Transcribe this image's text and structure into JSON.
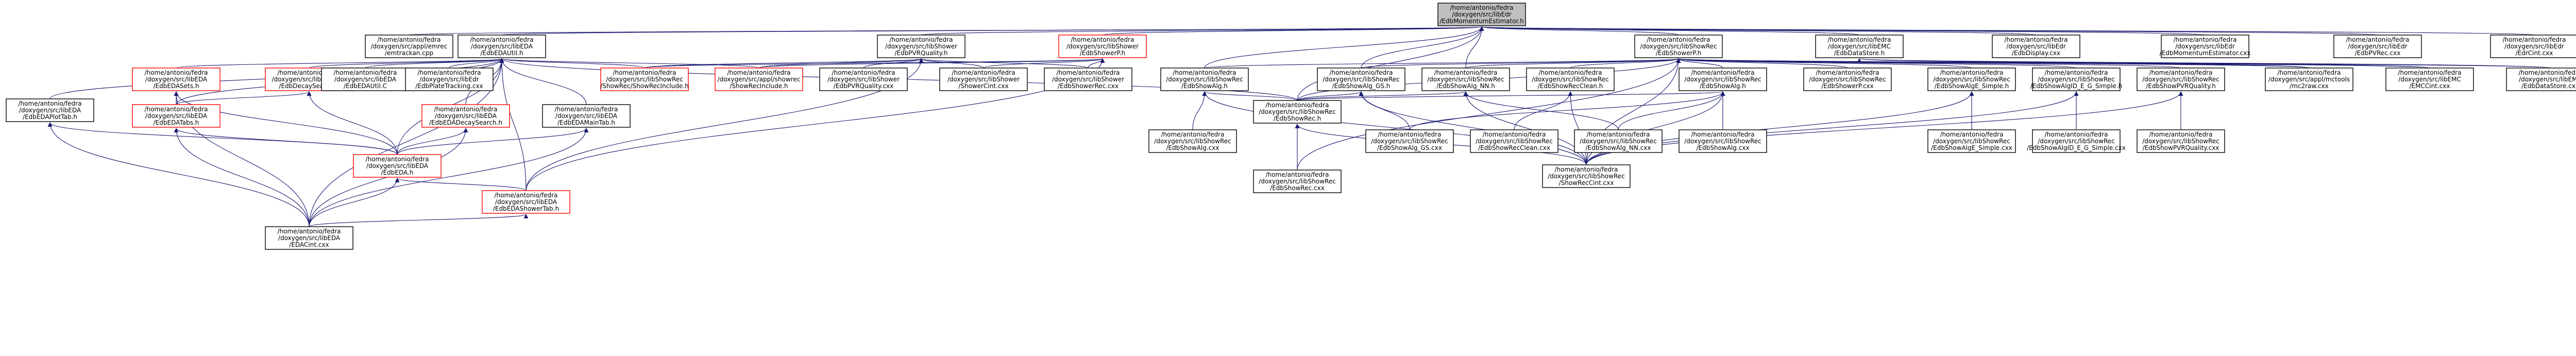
{
  "colors": {
    "edge": "#191970",
    "node_fill": "#ffffff",
    "node_border": "#000000",
    "link_border": "#ff0000",
    "root_fill": "#bfbfbf"
  },
  "nodes": [
    {
      "id": "root",
      "lines": [
        "/home/antonio/fedra",
        "/doxygen/src/libEdr",
        "/EdbMomentumEstimator.h"
      ],
      "root": true,
      "link": false
    },
    {
      "id": "n_emtrack",
      "lines": [
        "/home/antonio/fedra",
        "/doxygen/src/appl/emrec",
        "/emtrackan.cpp"
      ],
      "link": false
    },
    {
      "id": "n_eda",
      "lines": [
        "/home/antonio/fedra",
        "/doxygen/src/libEDA",
        "/EdbEDAUtil.h"
      ],
      "link": false
    },
    {
      "id": "n_pvq",
      "lines": [
        "/home/antonio/fedra",
        "/doxygen/src/libShower",
        "/EdbPVRQuality.h"
      ],
      "link": false
    },
    {
      "id": "n_showerp",
      "lines": [
        "/home/antonio/fedra",
        "/doxygen/src/libShower",
        "/EdbShowerP.h"
      ],
      "link": true
    },
    {
      "id": "n_showrec_p",
      "lines": [
        "/home/antonio/fedra",
        "/doxygen/src/libShowRec",
        "/EdbShowerP.h"
      ],
      "link": false
    },
    {
      "id": "n_mc",
      "lines": [
        "/home/antonio/fedra",
        "/doxygen/src/libEMC",
        "/EdbDataStore.h"
      ],
      "link": false
    },
    {
      "id": "n_display",
      "lines": [
        "/home/antonio/fedra",
        "/doxygen/src/libEdr",
        "/EdbDisplay.cxx"
      ],
      "link": false
    },
    {
      "id": "n_momcxx",
      "lines": [
        "/home/antonio/fedra",
        "/doxygen/src/libEdr",
        "/EdbMomentumEstimator.cxx"
      ],
      "link": false
    },
    {
      "id": "n_pvrec",
      "lines": [
        "/home/antonio/fedra",
        "/doxygen/src/libEdr",
        "/EdbPVRec.cxx"
      ],
      "link": false
    },
    {
      "id": "n_edrcint",
      "lines": [
        "/home/antonio/fedra",
        "/doxygen/src/libEdr",
        "/EdrCint.cxx"
      ],
      "link": false
    },
    {
      "id": "n_plottab",
      "lines": [
        "/home/antonio/fedra",
        "/doxygen/src/libEDA",
        "/EdbEDAPlotTab.h"
      ],
      "link": false
    },
    {
      "id": "n_sets",
      "lines": [
        "/home/antonio/fedra",
        "/doxygen/src/libEDA",
        "/EdbEDASets.h"
      ],
      "link": true
    },
    {
      "id": "n_decay",
      "lines": [
        "/home/antonio/fedra",
        "/doxygen/src/libAnalysis",
        "/EdbDecaySearch.h"
      ],
      "link": true
    },
    {
      "id": "n_edautilc",
      "lines": [
        "/home/antonio/fedra",
        "/doxygen/src/libEDA",
        "/EdbEDAUtil.C"
      ],
      "link": false
    },
    {
      "id": "n_platetr",
      "lines": [
        "/home/antonio/fedra",
        "/doxygen/src/libEdr",
        "/EdbPlateTracking.cxx"
      ],
      "link": false
    },
    {
      "id": "n_showrec_inc",
      "lines": [
        "/home/antonio/fedra",
        "/doxygen/src/libShowRec",
        "/ShowRec/ShowRecInclude.h"
      ],
      "link": true
    },
    {
      "id": "n_appl_showrec",
      "lines": [
        "/home/antonio/fedra",
        "/doxygen/src/appl/showrec",
        "/ShowRecInclude.h"
      ],
      "link": true
    },
    {
      "id": "n_pvqcxx",
      "lines": [
        "/home/antonio/fedra",
        "/doxygen/src/libShower",
        "/EdbPVRQuality.cxx"
      ],
      "link": false
    },
    {
      "id": "n_shcint",
      "lines": [
        "/home/antonio/fedra",
        "/doxygen/src/libShower",
        "/ShowerCint.cxx"
      ],
      "link": false
    },
    {
      "id": "n_shrec",
      "lines": [
        "/home/antonio/fedra",
        "/doxygen/src/libShower",
        "/EdbShowerRec.cxx"
      ],
      "link": false
    },
    {
      "id": "n_alg",
      "lines": [
        "/home/antonio/fedra",
        "/doxygen/src/libShowRec",
        "/EdbShowAlg.h"
      ],
      "link": false
    },
    {
      "id": "n_alg_gs",
      "lines": [
        "/home/antonio/fedra",
        "/doxygen/src/libShowRec",
        "/EdbShowAlg_GS.h"
      ],
      "link": false
    },
    {
      "id": "n_alg_nn",
      "lines": [
        "/home/antonio/fedra",
        "/doxygen/src/libShowRec",
        "/EdbShowAlg_NN.h"
      ],
      "link": false
    },
    {
      "id": "n_showrecclean",
      "lines": [
        "/home/antonio/fedra",
        "/doxygen/src/libShowRec",
        "/EdbShowRecClean.h"
      ],
      "link": false
    },
    {
      "id": "n_showalgh",
      "lines": [
        "/home/antonio/fedra",
        "/doxygen/src/libShowRec",
        "/EdbShowAlg.h"
      ],
      "link": false
    },
    {
      "id": "n_showerpcxx",
      "lines": [
        "/home/antonio/fedra",
        "/doxygen/src/libShowRec",
        "/EdbShowerP.cxx"
      ],
      "link": false
    },
    {
      "id": "n_alge_simple",
      "lines": [
        "/home/antonio/fedra",
        "/doxygen/src/libShowRec",
        "/EdbShowAlgE_Simple.h"
      ],
      "link": false
    },
    {
      "id": "n_algid_simple",
      "lines": [
        "/home/antonio/fedra",
        "/doxygen/src/libShowRec",
        "/EdbShowAlgID_E_G_Simple.h"
      ],
      "link": false
    },
    {
      "id": "n_pvrq",
      "lines": [
        "/home/antonio/fedra",
        "/doxygen/src/libShowRec",
        "/EdbShowPVRQuality.h"
      ],
      "link": false
    },
    {
      "id": "n_mctools",
      "lines": [
        "/home/antonio/fedra",
        "/doxygen/src/appl/mctools",
        "/mc2raw.cxx"
      ],
      "link": false
    },
    {
      "id": "n_emccint",
      "lines": [
        "/home/antonio/fedra",
        "/doxygen/src/libEMC",
        "/EMCCint.cxx"
      ],
      "link": false
    },
    {
      "id": "n_datastore",
      "lines": [
        "/home/antonio/fedra",
        "/doxygen/src/libEMC",
        "/EdbDataStore.cxx"
      ],
      "link": false
    },
    {
      "id": "n_tabs",
      "lines": [
        "/home/antonio/fedra",
        "/doxygen/src/libEDA",
        "/EdbEDATabs.h"
      ],
      "link": true
    },
    {
      "id": "n_decay2",
      "lines": [
        "/home/antonio/fedra",
        "/doxygen/src/libEDA",
        "/EdbEDADecaySearch.h"
      ],
      "link": true
    },
    {
      "id": "n_mainTab",
      "lines": [
        "/home/antonio/fedra",
        "/doxygen/src/libEDA",
        "/EdbEDAMainTab.h"
      ],
      "link": false
    },
    {
      "id": "n_algcxx",
      "lines": [
        "/home/antonio/fedra",
        "/doxygen/src/libShowRec",
        "/EdbShowAlg.cxx"
      ],
      "link": false
    },
    {
      "id": "n_showrec_h",
      "lines": [
        "/home/antonio/fedra",
        "/doxygen/src/libShowRec",
        "/EdbShowRec.h"
      ],
      "link": false
    },
    {
      "id": "n_gs_cxx",
      "lines": [
        "/home/antonio/fedra",
        "/doxygen/src/libShowRec",
        "/EdbShowAlg_GS.cxx"
      ],
      "link": false
    },
    {
      "id": "n_clean_cxx",
      "lines": [
        "/home/antonio/fedra",
        "/doxygen/src/libShowRec",
        "/EdbShowRecClean.cxx"
      ],
      "link": false
    },
    {
      "id": "n_nn_cxx",
      "lines": [
        "/home/antonio/fedra",
        "/doxygen/src/libShowRec",
        "/EdbShowAlg_NN.cxx"
      ],
      "link": false
    },
    {
      "id": "n_showalg_cxx2",
      "lines": [
        "/home/antonio/fedra",
        "/doxygen/src/libShowRec",
        "/EdbShowAlg.cxx"
      ],
      "link": false
    },
    {
      "id": "n_alge_cxx",
      "lines": [
        "/home/antonio/fedra",
        "/doxygen/src/libShowRec",
        "/EdbShowAlgE_Simple.cxx"
      ],
      "link": false
    },
    {
      "id": "n_algid_cxx",
      "lines": [
        "/home/antonio/fedra",
        "/doxygen/src/libShowRec",
        "/EdbShowAlgID_E_G_Simple.cxx"
      ],
      "link": false
    },
    {
      "id": "n_pvrq_cxx",
      "lines": [
        "/home/antonio/fedra",
        "/doxygen/src/libShowRec",
        "/EdbShowPVRQuality.cxx"
      ],
      "link": false
    },
    {
      "id": "n_edaH",
      "lines": [
        "/home/antonio/fedra",
        "/doxygen/src/libEDA",
        "/EdbEDA.h"
      ],
      "link": true
    },
    {
      "id": "n_showerTab",
      "lines": [
        "/home/antonio/fedra",
        "/doxygen/src/libEDA",
        "/EdbEDAShowerTab.h"
      ],
      "link": true
    },
    {
      "id": "n_showrec_cxx",
      "lines": [
        "/home/antonio/fedra",
        "/doxygen/src/libShowRec",
        "/EdbShowRec.cxx"
      ],
      "link": false
    },
    {
      "id": "n_showrec_cint",
      "lines": [
        "/home/antonio/fedra",
        "/doxygen/src/libShowRec",
        "/ShowRecCint.cxx"
      ],
      "link": false
    },
    {
      "id": "n_edacint",
      "lines": [
        "/home/antonio/fedra",
        "/doxygen/src/libEDA",
        "/EDACint.cxx"
      ],
      "link": false
    }
  ],
  "edges": [
    [
      "n_emtrack",
      "root"
    ],
    [
      "n_eda",
      "root"
    ],
    [
      "n_pvq",
      "root"
    ],
    [
      "n_showerp",
      "root"
    ],
    [
      "n_showrec_p",
      "root"
    ],
    [
      "n_mc",
      "root"
    ],
    [
      "n_display",
      "root"
    ],
    [
      "n_momcxx",
      "root"
    ],
    [
      "n_pvrec",
      "root"
    ],
    [
      "n_edrcint",
      "root"
    ],
    [
      "n_alg",
      "root"
    ],
    [
      "n_showrec_h",
      "root"
    ],
    [
      "n_alg_gs",
      "root"
    ],
    [
      "n_alg_nn",
      "root"
    ],
    [
      "n_plottab",
      "n_eda"
    ],
    [
      "n_sets",
      "n_eda"
    ],
    [
      "n_decay",
      "n_eda"
    ],
    [
      "n_edautilc",
      "n_eda"
    ],
    [
      "n_platetr",
      "n_eda"
    ],
    [
      "n_showrec_inc",
      "n_eda"
    ],
    [
      "n_appl_showrec",
      "n_eda"
    ],
    [
      "n_tabs",
      "n_eda"
    ],
    [
      "n_decay2",
      "n_eda"
    ],
    [
      "n_mainTab",
      "n_eda"
    ],
    [
      "n_edaH",
      "n_eda"
    ],
    [
      "n_showerTab",
      "n_eda"
    ],
    [
      "n_edacint",
      "n_eda"
    ],
    [
      "n_showrec_h",
      "n_eda"
    ],
    [
      "n_showrec_inc",
      "n_pvq"
    ],
    [
      "n_appl_showrec",
      "n_pvq"
    ],
    [
      "n_pvqcxx",
      "n_pvq"
    ],
    [
      "n_shcint",
      "n_pvq"
    ],
    [
      "n_shrec",
      "n_pvq"
    ],
    [
      "n_showerTab",
      "n_pvq"
    ],
    [
      "n_showrec_inc",
      "n_showerp"
    ],
    [
      "n_appl_showrec",
      "n_showerp"
    ],
    [
      "n_shcint",
      "n_showerp"
    ],
    [
      "n_shrec",
      "n_showerp"
    ],
    [
      "n_showerTab",
      "n_showerp"
    ],
    [
      "n_alg",
      "n_showrec_p"
    ],
    [
      "n_alg_gs",
      "n_showrec_p"
    ],
    [
      "n_alg_nn",
      "n_showrec_p"
    ],
    [
      "n_showrecclean",
      "n_showrec_p"
    ],
    [
      "n_showalgh",
      "n_showrec_p"
    ],
    [
      "n_showerpcxx",
      "n_showrec_p"
    ],
    [
      "n_alge_simple",
      "n_showrec_p"
    ],
    [
      "n_algid_simple",
      "n_showrec_p"
    ],
    [
      "n_pvrq",
      "n_showrec_p"
    ],
    [
      "n_mctools",
      "n_showrec_p"
    ],
    [
      "n_emccint",
      "n_showrec_p"
    ],
    [
      "n_datastore",
      "n_showrec_p"
    ],
    [
      "n_showrec_h",
      "n_showrec_p"
    ],
    [
      "n_showrec_cint",
      "n_showrec_p"
    ],
    [
      "n_showrec_cxx",
      "n_showrec_p"
    ],
    [
      "n_emccint",
      "n_mc"
    ],
    [
      "n_datastore",
      "n_mc"
    ],
    [
      "n_mctools",
      "n_mc"
    ],
    [
      "n_edacint",
      "n_plottab"
    ],
    [
      "n_edaH",
      "n_plottab"
    ],
    [
      "n_tabs",
      "n_sets"
    ],
    [
      "n_edaH",
      "n_sets"
    ],
    [
      "n_edacint",
      "n_sets"
    ],
    [
      "n_tabs",
      "n_decay"
    ],
    [
      "n_edaH",
      "n_decay"
    ],
    [
      "n_edaH",
      "n_tabs"
    ],
    [
      "n_edacint",
      "n_tabs"
    ],
    [
      "n_edaH",
      "n_decay2"
    ],
    [
      "n_edacint",
      "n_decay2"
    ],
    [
      "n_edaH",
      "n_mainTab"
    ],
    [
      "n_edacint",
      "n_mainTab"
    ],
    [
      "n_showerTab",
      "n_edaH"
    ],
    [
      "n_edacint",
      "n_edaH"
    ],
    [
      "n_edacint",
      "n_showerTab"
    ],
    [
      "n_algcxx",
      "n_alg"
    ],
    [
      "n_showrec_h",
      "n_alg"
    ],
    [
      "n_showrec_cint",
      "n_alg"
    ],
    [
      "n_showrec_cxx",
      "n_showrec_h"
    ],
    [
      "n_showrec_cint",
      "n_showrec_h"
    ],
    [
      "n_gs_cxx",
      "n_alg_gs"
    ],
    [
      "n_showrec_cint",
      "n_alg_gs"
    ],
    [
      "n_showrec_h",
      "n_alg_gs"
    ],
    [
      "n_nn_cxx",
      "n_alg_nn"
    ],
    [
      "n_showrec_cint",
      "n_alg_nn"
    ],
    [
      "n_showrec_h",
      "n_alg_nn"
    ],
    [
      "n_clean_cxx",
      "n_showrecclean"
    ],
    [
      "n_showrec_cint",
      "n_showrecclean"
    ],
    [
      "n_showalg_cxx2",
      "n_showalgh"
    ],
    [
      "n_gs_cxx",
      "n_showalgh"
    ],
    [
      "n_nn_cxx",
      "n_showalgh"
    ],
    [
      "n_showrec_cint",
      "n_showalgh"
    ],
    [
      "n_showrec_h",
      "n_showalgh"
    ],
    [
      "n_alge_cxx",
      "n_alge_simple"
    ],
    [
      "n_showrec_cint",
      "n_alge_simple"
    ],
    [
      "n_algid_cxx",
      "n_algid_simple"
    ],
    [
      "n_showrec_cint",
      "n_algid_simple"
    ],
    [
      "n_pvrq_cxx",
      "n_pvrq"
    ],
    [
      "n_showrec_cint",
      "n_pvrq"
    ]
  ]
}
